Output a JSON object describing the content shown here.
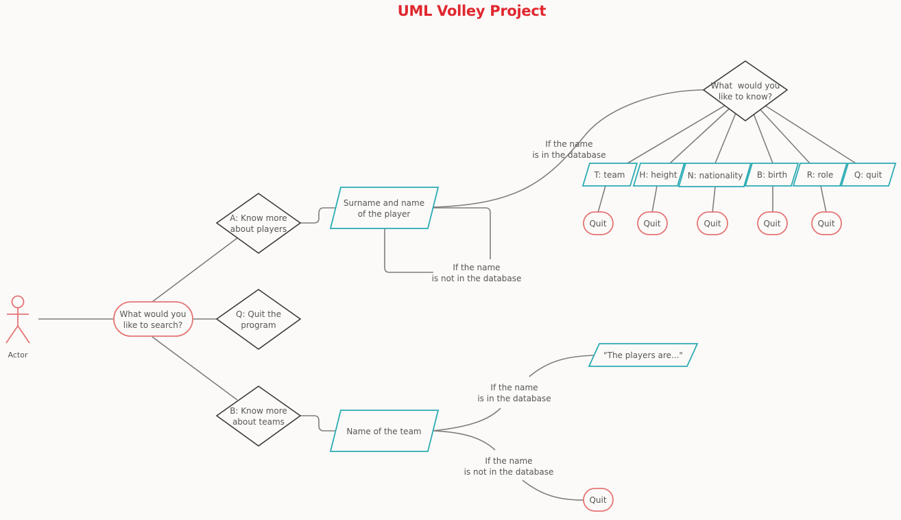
{
  "title": "UML Volley Project",
  "colors": {
    "title": "#e0272f",
    "actor": "#e57373",
    "rounded_border": "#e57373",
    "parallelogram_border": "#2aabb3",
    "diamond_border": "#3a3a3a",
    "connector": "#7d7d7d",
    "text": "#555555"
  },
  "actor": {
    "label": "Actor"
  },
  "start": {
    "label": "What would you\nlike to search?"
  },
  "decisions": {
    "players": "A: Know more\nabout players",
    "quit_program": "Q: Quit the\nprogram",
    "teams": "B: Know more\nabout teams",
    "what_know": "What  would you\nlike to know?"
  },
  "inputs": {
    "surname": "Surname and name\nof the player",
    "team_name": "Name of the team",
    "players_are": "\"The players are...\""
  },
  "options": {
    "team": "T: team",
    "height": "H: height",
    "nationality": "N: nationality",
    "birth": "B: birth",
    "role": "R: role",
    "quit": "Q: quit"
  },
  "quit_label": "Quit",
  "conditions": {
    "in_db_player": "If the name\nis in the database",
    "not_in_db_player": "If the name\nis not in the database",
    "in_db_team": "If the name\nis in the database",
    "not_in_db_team": "If the name\nis not in the database"
  }
}
